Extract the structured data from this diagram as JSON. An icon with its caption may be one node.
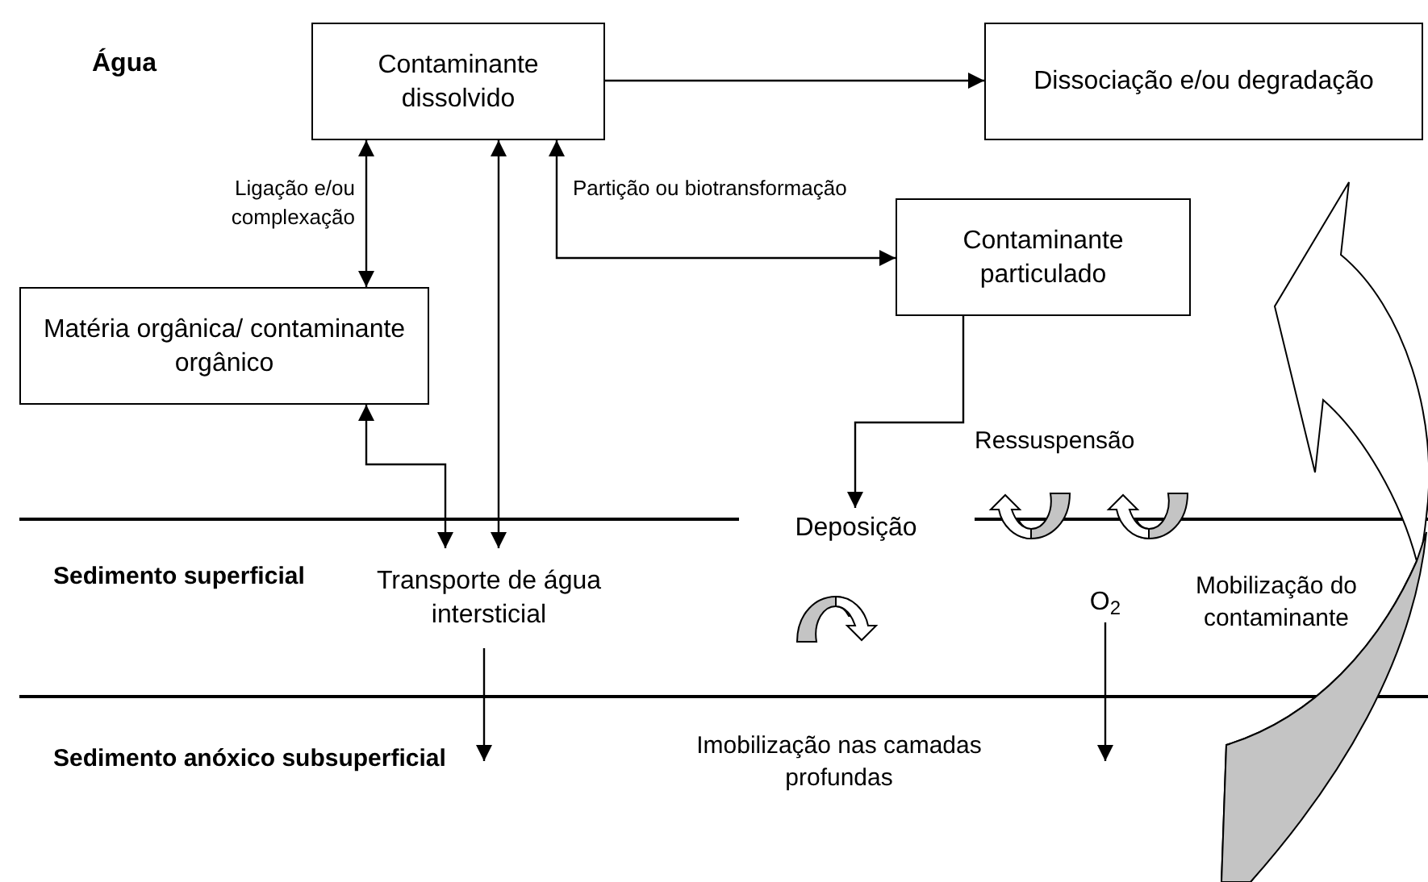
{
  "diagram": {
    "nodes": [
      {
        "text": [
          "Contaminante dissolvido"
        ]
      },
      {
        "text": [
          "Dissociação e/ou degradação"
        ]
      },
      {
        "text": [
          "Matéria orgânica/ contaminante orgânico"
        ]
      },
      {
        "text": [
          "Contaminante particulado"
        ]
      },
      {
        "text": [
          "Deposição"
        ]
      },
      {
        "text": [
          "Transporte de água intersticial"
        ]
      },
      {
        "text": [
          "O$_{2}$"
        ]
      }
    ],
    "edges": [
      {
        "from": 0,
        "to": 1,
        "arrow": "to"
      },
      {
        "from": 0,
        "to": 2,
        "arrow": "both",
        "label": "Ligação e/ou complexação"
      },
      {
        "from": 0,
        "to": 3,
        "arrow": "both",
        "label": "Partição ou biotransformação"
      },
      {
        "from": 0,
        "to": 5,
        "arrow": "both"
      },
      {
        "from": 2,
        "to": 5,
        "arrow": "both"
      },
      {
        "from": 3,
        "to": 4,
        "arrow": "to"
      },
      {
        "from": 5,
        "to": null,
        "arrow": "to"
      },
      {
        "from": 6,
        "to": null,
        "arrow": "to"
      }
    ],
    "labels": [
      "Água",
      "Ressuspensão",
      "Sedimento superficial",
      "Mobilização do contaminante",
      "Imobilização nas camadas profundas",
      "Sedimento anóxico subsuperficial"
    ]
  }
}
